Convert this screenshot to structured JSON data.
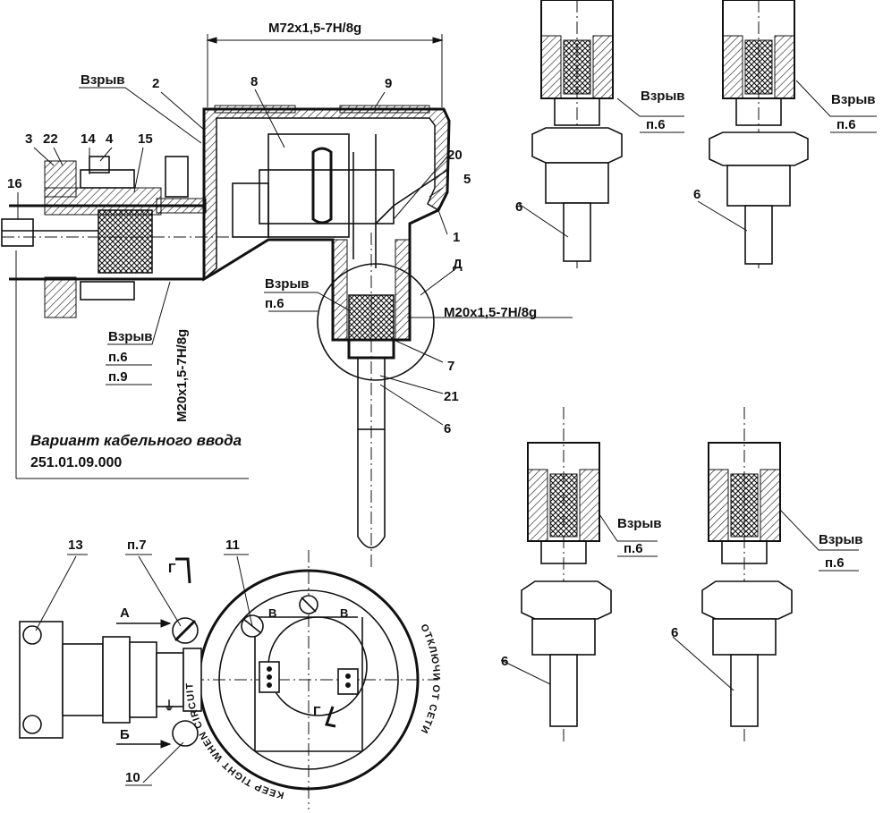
{
  "dimensions": {
    "top_thread": "M72x1,5-7H/8g",
    "side_thread": "M20x1,5-7H/8g",
    "vertical_thread": "M20x1,5-7H/8g"
  },
  "callouts": {
    "n1": "1",
    "n2": "2",
    "n3": "3",
    "n4": "4",
    "n5": "5",
    "n6": "6",
    "n7": "7",
    "n8": "8",
    "n9": "9",
    "n10": "10",
    "n11": "11",
    "n13": "13",
    "n14": "14",
    "n15": "15",
    "n16": "16",
    "n20": "20",
    "n21": "21",
    "n22": "22",
    "detail_d": "Д"
  },
  "notes": {
    "vzryv": "Взрыв",
    "p6": "п.6",
    "p7": "п.7",
    "p9": "п.9"
  },
  "cable_entry": {
    "line1": "Вариант кабельного ввода",
    "line2": "251.01.09.000"
  },
  "bottom_view": {
    "arrow_a": "А",
    "arrow_b": "Б",
    "section_g": "Г",
    "section_v": "В",
    "ground": "⏚",
    "ring_text_left": "KEEP TIGHT WHEN CIRCUIT",
    "ring_text_right": "ОТКЛЮЧИ ОТ СЕТИ"
  }
}
